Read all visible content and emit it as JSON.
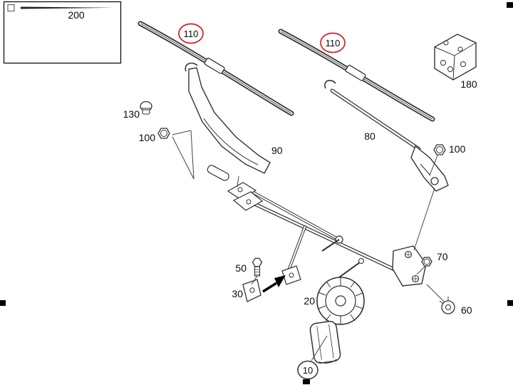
{
  "colors": {
    "callout": "#d21f26",
    "line": "#333333"
  },
  "legend": {
    "part_ref": "200"
  },
  "callouts": {
    "blade_left": "110",
    "blade_right": "110",
    "assembly": "10"
  },
  "labels": {
    "connector_block": "180",
    "cap": "130",
    "nut_arm_left": "100",
    "arm_left": "90",
    "arm_right": "80",
    "nut_arm_right": "100",
    "nut_linkage": "70",
    "grommet": "60",
    "bolt": "50",
    "bracket": "30",
    "motor": "20"
  }
}
